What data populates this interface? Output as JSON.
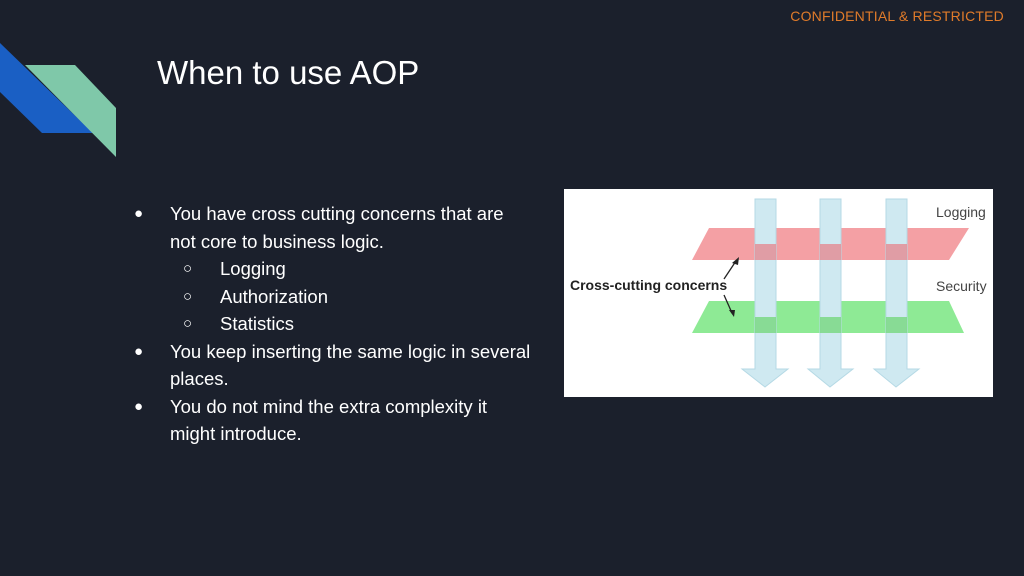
{
  "badge": "CONFIDENTIAL & RESTRICTED",
  "slide": {
    "title": "When to use AOP",
    "bullets": [
      {
        "text": "You have cross cutting concerns that are not core to business logic."
      },
      {
        "text": "Logging",
        "sub": true
      },
      {
        "text": "Authorization",
        "sub": true
      },
      {
        "text": "Statistics",
        "sub": true
      },
      {
        "text": "You keep inserting the same logic in several places."
      },
      {
        "text": "You do not mind the extra complexity it might introduce."
      }
    ],
    "bullet_marker": "●",
    "sub_marker": "○"
  },
  "diagram": {
    "label_logging": "Logging",
    "label_security": "Security",
    "label_concerns": "Cross-cutting concerns"
  },
  "colors": {
    "background": "#1b202c",
    "badge": "#e07b2a",
    "accent_blue": "#1a5fc4",
    "accent_green": "#7fc8a9",
    "logging_band": "#f4a0a4",
    "security_band": "#8eea95",
    "column": "#cfe9f1"
  }
}
